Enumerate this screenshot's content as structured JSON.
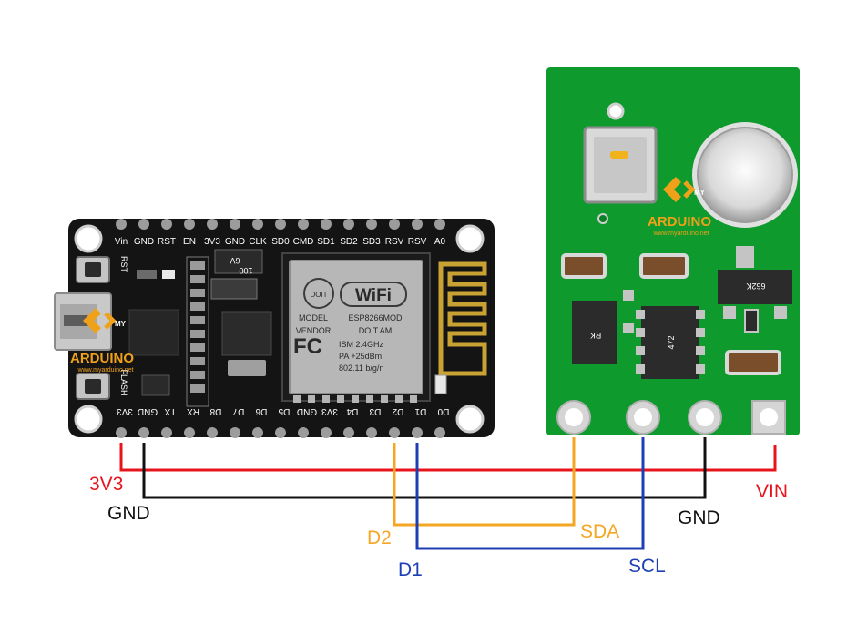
{
  "colors": {
    "vcc": "#e8141b",
    "gnd": "#111111",
    "sda": "#f5a623",
    "scl": "#1e3fb4",
    "nodemcu_board": "#141414",
    "sensor_board": "#0f9a2e"
  },
  "nodemcu": {
    "top_pins": [
      "Vin",
      "GND",
      "RST",
      "EN",
      "3V3",
      "GND",
      "CLK",
      "SD0",
      "CMD",
      "SD1",
      "SD2",
      "SD3",
      "RSV",
      "RSV",
      "A0"
    ],
    "bottom_pins": [
      "3V3",
      "GND",
      "TX",
      "RX",
      "D8",
      "D7",
      "D6",
      "D5",
      "GND",
      "3V3",
      "D4",
      "D3",
      "D2",
      "D1",
      "D0"
    ],
    "button_rst": "RST",
    "button_flash": "FLASH",
    "cap_label": "100",
    "cap_voltage": "6V",
    "module": {
      "brand": "DOIT",
      "wifi": "WiFi",
      "fc": "FC",
      "line_model_key": "MODEL",
      "line_model_val": "ESP8266MOD",
      "line_vendor_key": "VENDOR",
      "line_vendor_val": "DOIT.AM",
      "line_ism": "ISM  2.4GHz",
      "line_pa": "PA   +25dBm",
      "line_std": "802.11 b/g/n"
    }
  },
  "sensor": {
    "chip_472": "472",
    "chip_662k": "662K",
    "chip_rk": "RK"
  },
  "watermark": {
    "top": "MY",
    "brand": "ARDUINO",
    "url": "www.myarduino.net"
  },
  "wires": {
    "vcc_left": "3V3",
    "vcc_right": "VIN",
    "gnd_left": "GND",
    "gnd_right": "GND",
    "sda_left": "D2",
    "sda_right": "SDA",
    "scl_left": "D1",
    "scl_right": "SCL"
  }
}
